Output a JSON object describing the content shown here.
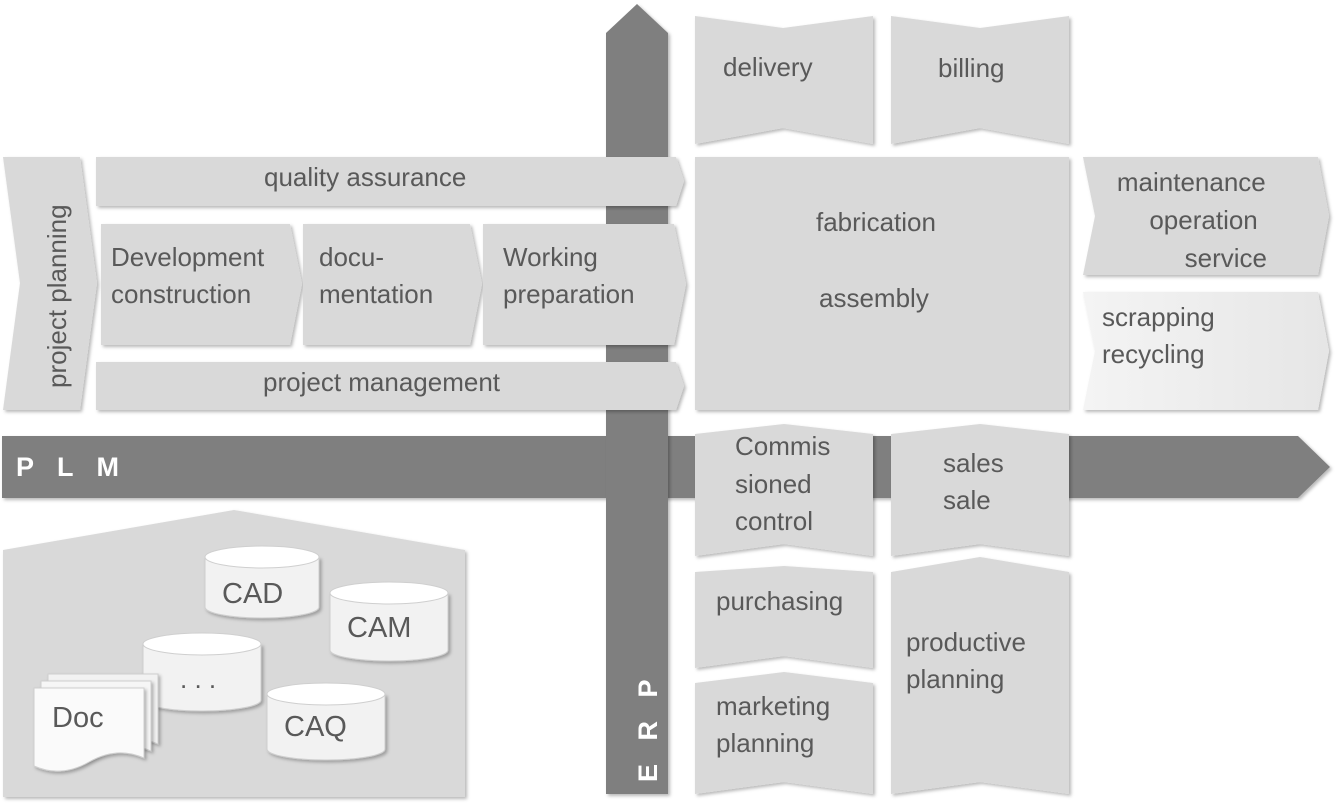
{
  "axes": {
    "plm": "P L M",
    "erp": "E R P"
  },
  "plm_side": {
    "project_planning": "project planning",
    "quality_assurance": "quality assurance",
    "development": [
      "Development",
      "construction"
    ],
    "documentation": [
      "docu-",
      "mentation"
    ],
    "working_preparation": [
      "Working",
      "preparation"
    ],
    "project_management": "project management"
  },
  "erp_side": {
    "delivery": "delivery",
    "billing": "billing",
    "fabrication": "fabrication",
    "assembly": "assembly",
    "maintenance": [
      "maintenance",
      "operation",
      "service"
    ],
    "scrapping": [
      "scrapping",
      "recycling"
    ],
    "commissioned": [
      "Commis",
      "sioned",
      "control"
    ],
    "sales": [
      "sales",
      "sale"
    ],
    "purchasing": "purchasing",
    "productive_planning": [
      "productive",
      "planning"
    ],
    "marketing_planning": [
      "marketing",
      "planning"
    ]
  },
  "data_store": {
    "cad": "CAD",
    "cam": "CAM",
    "dots": ". . .",
    "caq": "CAQ",
    "doc": "Doc"
  },
  "colors": {
    "block": "#d9d9d9",
    "axis": "#7f7f7f",
    "text": "#595959",
    "light_block": "#f2f2f2"
  }
}
